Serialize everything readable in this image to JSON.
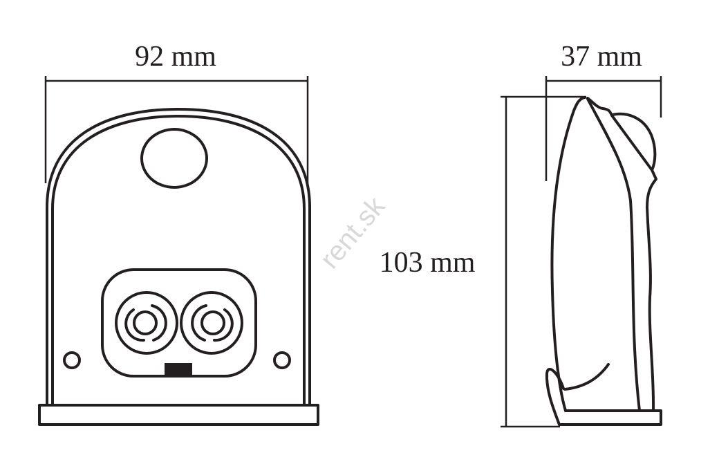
{
  "dimensions": {
    "width_label": "92 mm",
    "depth_label": "37 mm",
    "height_label": "103 mm"
  },
  "watermark": "rent.sk",
  "colors": {
    "line": "#231f20",
    "watermark": "#d8d8d8"
  }
}
